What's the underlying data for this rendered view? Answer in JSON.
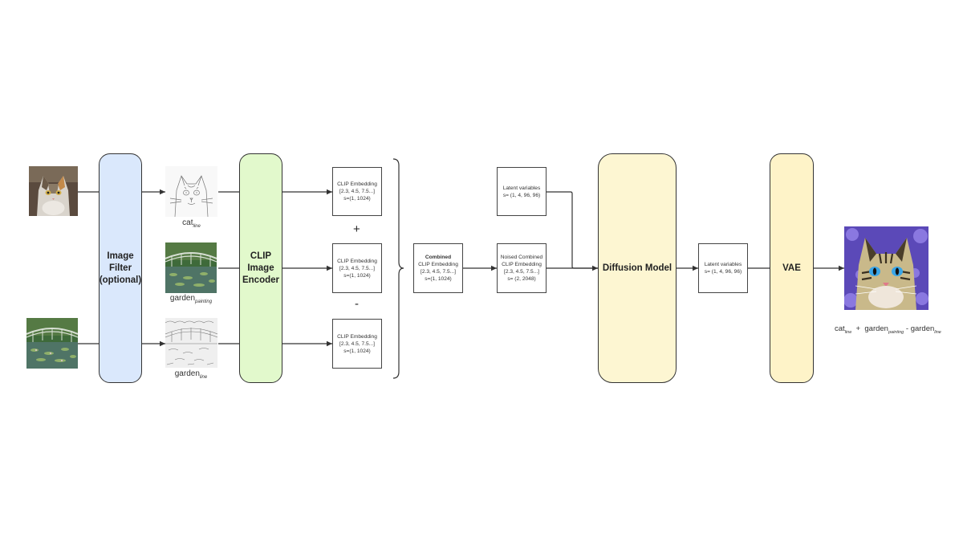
{
  "colors": {
    "filter": "#dae8fc",
    "clip": "#e2f9cc",
    "diffusion": "#fdf6d2",
    "vae": "#fef3c8",
    "line": "#333333"
  },
  "blocks": {
    "image_filter": [
      "Image",
      "Filter",
      "(optional)"
    ],
    "clip_encoder": [
      "CLIP",
      "Image",
      "Encoder"
    ],
    "diffusion": "Diffusion Model",
    "vae": "VAE"
  },
  "inputs": [
    {
      "icon": "cat-photo-icon"
    },
    {
      "icon": "garden-painting-icon"
    }
  ],
  "filtered": [
    {
      "name": "cat",
      "sub": "line",
      "icon": "cat-line-drawing-icon"
    },
    {
      "name": "garden",
      "sub": "painting",
      "icon": "garden-painting-icon"
    },
    {
      "name": "garden",
      "sub": "line",
      "icon": "garden-line-drawing-icon"
    }
  ],
  "embedding_box": {
    "title": "CLIP Embedding",
    "values": "[2.3, 4.5, 7.5...]",
    "shape": "s=(1, 1024)"
  },
  "operators": {
    "plus": "+",
    "minus": "-"
  },
  "combined": {
    "title": "Combined",
    "subtitle": "CLIP Embedding",
    "values": "[2.3, 4.5, 7.5...]",
    "shape": "s=(1, 1024)"
  },
  "latent_in": {
    "title": "Latent variables",
    "shape": "s= (1, 4, 96, 96)"
  },
  "noised": {
    "title": "Noised Combined",
    "subtitle": "CLIP Embedding",
    "values": "[2.3, 4.5, 7.5...]",
    "shape": "s= (2, 2048)"
  },
  "latent_out": {
    "title": "Latent variables",
    "shape": "s= (1, 4, 96, 96)"
  },
  "output": {
    "icon": "generated-cat-image-icon",
    "formula": {
      "t1": "cat",
      "s1": "line",
      "op1": "+",
      "t2": "garden",
      "s2": "painting",
      "op2": "-",
      "t3": "garden",
      "s3": "line"
    }
  }
}
